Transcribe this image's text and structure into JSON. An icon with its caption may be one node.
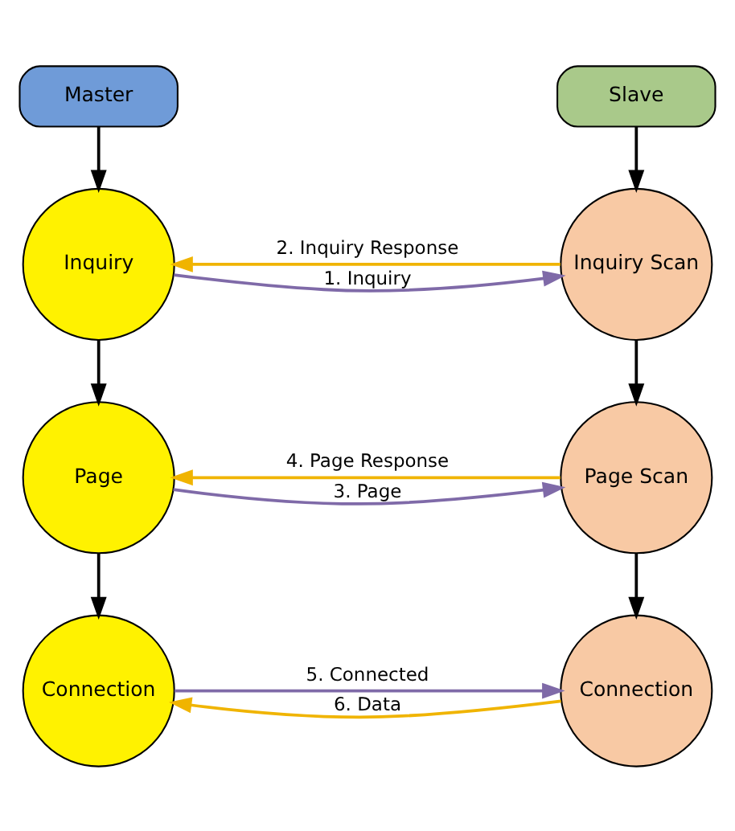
{
  "diagram": {
    "nodes": [
      {
        "text": [
          "Master"
        ]
      },
      {
        "text": [
          "Slave"
        ]
      },
      {
        "text": [
          "Inquiry"
        ]
      },
      {
        "text": [
          "Inquiry Scan"
        ]
      },
      {
        "text": [
          "Page"
        ]
      },
      {
        "text": [
          "Page Scan"
        ]
      },
      {
        "text": [
          "Connection"
        ]
      },
      {
        "text": [
          "Connection"
        ]
      }
    ],
    "edges": [
      {
        "from": 0,
        "to": 2,
        "arrow": "to"
      },
      {
        "from": 1,
        "to": 3,
        "arrow": "to"
      },
      {
        "from": 2,
        "to": 3,
        "arrow": "to",
        "label": "1. Inquiry",
        "color": "#7f6aa8"
      },
      {
        "from": 3,
        "to": 2,
        "arrow": "to",
        "label": "2. Inquiry Response",
        "color": "#f0b400"
      },
      {
        "from": 2,
        "to": 4,
        "arrow": "to"
      },
      {
        "from": 3,
        "to": 5,
        "arrow": "to"
      },
      {
        "from": 4,
        "to": 5,
        "arrow": "to",
        "label": "3. Page",
        "color": "#7f6aa8"
      },
      {
        "from": 5,
        "to": 4,
        "arrow": "to",
        "label": "4. Page Response",
        "color": "#f0b400"
      },
      {
        "from": 4,
        "to": 6,
        "arrow": "to"
      },
      {
        "from": 5,
        "to": 7,
        "arrow": "to"
      },
      {
        "from": 6,
        "to": 7,
        "arrow": "to",
        "label": "5. Connected",
        "color": "#7f6aa8"
      },
      {
        "from": 7,
        "to": 6,
        "arrow": "to",
        "label": "6. Data",
        "color": "#f0b400"
      }
    ]
  }
}
